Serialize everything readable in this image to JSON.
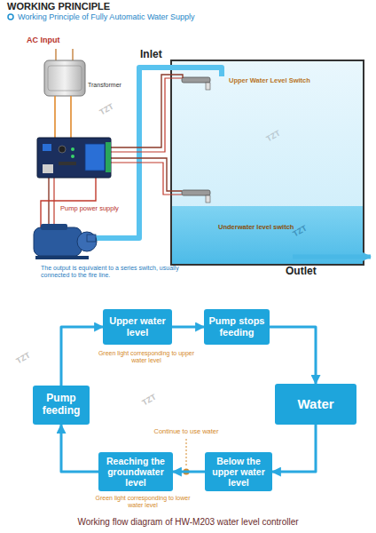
{
  "diagram": {
    "title": "WORKING PRINCIPLE",
    "caption": "Working flow diagram of HW-M203 water level controller",
    "nodes": [
      {
        "text": [
          "Upper water level"
        ]
      },
      {
        "text": [
          "Pump stops feeding"
        ]
      },
      {
        "text": [
          "Water"
        ]
      },
      {
        "text": [
          "Below the upper water level"
        ]
      },
      {
        "text": [
          "Reaching the groundwater level"
        ]
      },
      {
        "text": [
          "Pump feeding"
        ]
      }
    ],
    "edges": [
      {
        "from": 0,
        "to": 1,
        "arrow": "to"
      },
      {
        "from": 1,
        "to": 2,
        "arrow": "to"
      },
      {
        "from": 2,
        "to": 3,
        "arrow": "to"
      },
      {
        "from": 3,
        "to": 4,
        "arrow": "to"
      },
      {
        "from": 4,
        "to": 5,
        "arrow": "to"
      },
      {
        "from": 5,
        "to": 0,
        "arrow": "to"
      }
    ],
    "labels": [
      "Working Principle of Fully Automatic Water Supply",
      "AC Input",
      "Transformer",
      "Inlet",
      "Upper Water Level Switch",
      "Underwater level switch",
      "Pump power supply",
      "The output is equivalent to a series switch, usually connected to the fire line.",
      "Outlet",
      "Green light corresponding to upper water level",
      "Continue to use water",
      "Green light corresponding to lower water level",
      "TZT",
      "TZT",
      "TZT",
      "TZT",
      "TZT"
    ]
  }
}
